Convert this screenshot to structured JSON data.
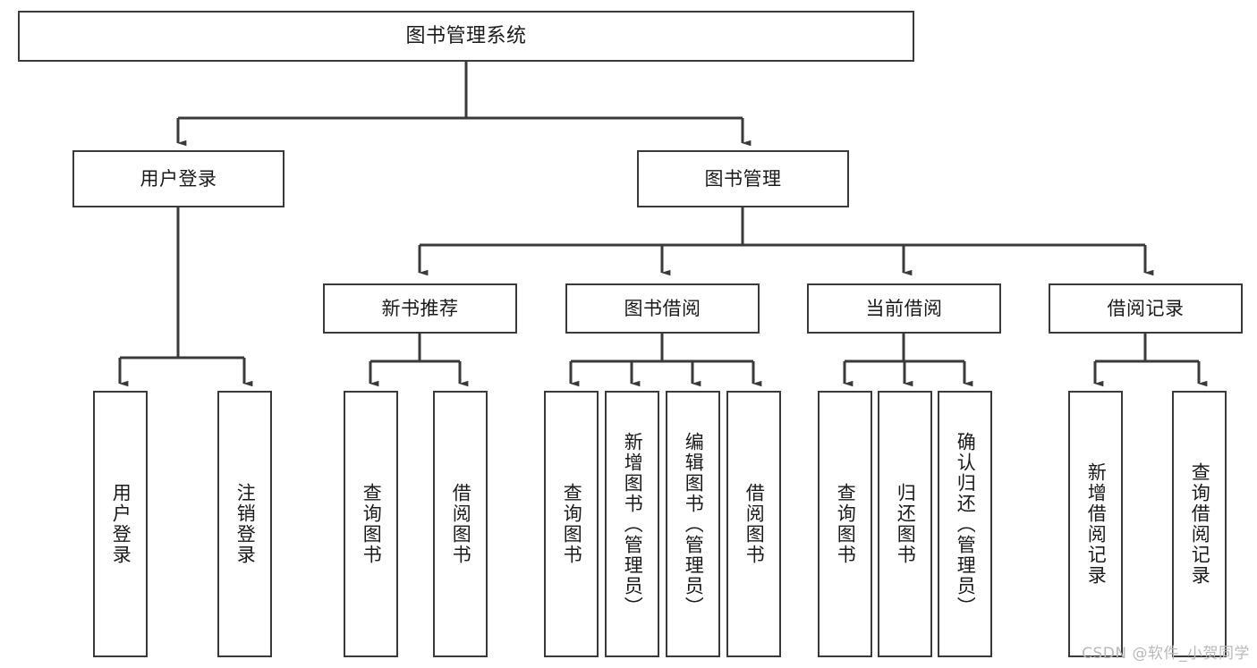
{
  "diagram": {
    "title": "图书管理系统",
    "watermark": "CSDN @软件_小贺同学",
    "colors": {
      "background": "#ffffff",
      "node_border": "#3a3a3a",
      "node_fill": "#ffffff",
      "edge": "#3a3a3a",
      "text": "#1a1a1a",
      "watermark": "#b9b9b9"
    },
    "nodes": {
      "root": {
        "label": "图书管理系统"
      },
      "level2": [
        {
          "label": "用户登录"
        },
        {
          "label": "图书管理"
        }
      ],
      "level3": [
        {
          "label": "新书推荐"
        },
        {
          "label": "图书借阅"
        },
        {
          "label": "当前借阅"
        },
        {
          "label": "借阅记录"
        }
      ],
      "leaves": {
        "user_login": [
          {
            "label": "用户登录"
          },
          {
            "label": "注销登录"
          }
        ],
        "new_book_recommend": [
          {
            "label": "查询图书"
          },
          {
            "label": "借阅图书"
          }
        ],
        "book_borrow": [
          {
            "label": "查询图书"
          },
          {
            "label": "新增图书（管理员）"
          },
          {
            "label": "编辑图书（管理员）"
          },
          {
            "label": "借阅图书"
          }
        ],
        "current_borrow": [
          {
            "label": "查询图书"
          },
          {
            "label": "归还图书"
          },
          {
            "label": "确认归还（管理员）"
          }
        ],
        "borrow_record": [
          {
            "label": "新增借阅记录"
          },
          {
            "label": "查询借阅记录"
          }
        ]
      }
    }
  }
}
